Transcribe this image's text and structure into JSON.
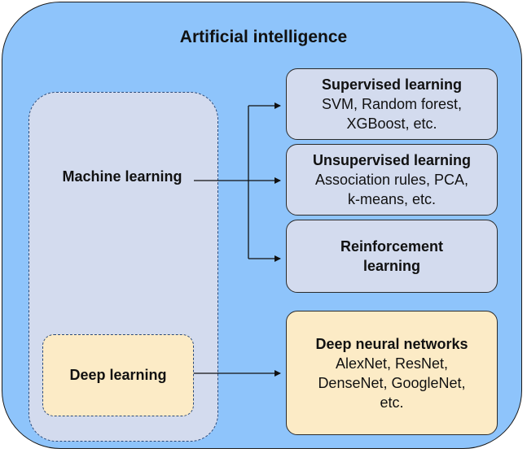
{
  "outer": {
    "title": "Artificial intelligence"
  },
  "machine_learning": {
    "label": "Machine learning"
  },
  "deep_learning": {
    "label": "Deep learning"
  },
  "boxes": {
    "supervised": {
      "title": "Supervised learning",
      "lines": [
        "SVM, Random forest,",
        "XGBoost, etc."
      ]
    },
    "unsupervised": {
      "title": "Unsupervised learning",
      "lines": [
        "Association rules, PCA,",
        "k-means, etc."
      ]
    },
    "reinforcement": {
      "title_lines": [
        "Reinforcement",
        "learning"
      ]
    },
    "deep_neural": {
      "title": "Deep neural networks",
      "lines": [
        "AlexNet, ResNet,",
        "DenseNet, GoogleNet,",
        "etc."
      ]
    }
  },
  "colors": {
    "outer_fill": "#8ec4fb",
    "ml_fill": "#d3dbee",
    "dl_fill": "#fcebc6",
    "line": "#111111"
  }
}
